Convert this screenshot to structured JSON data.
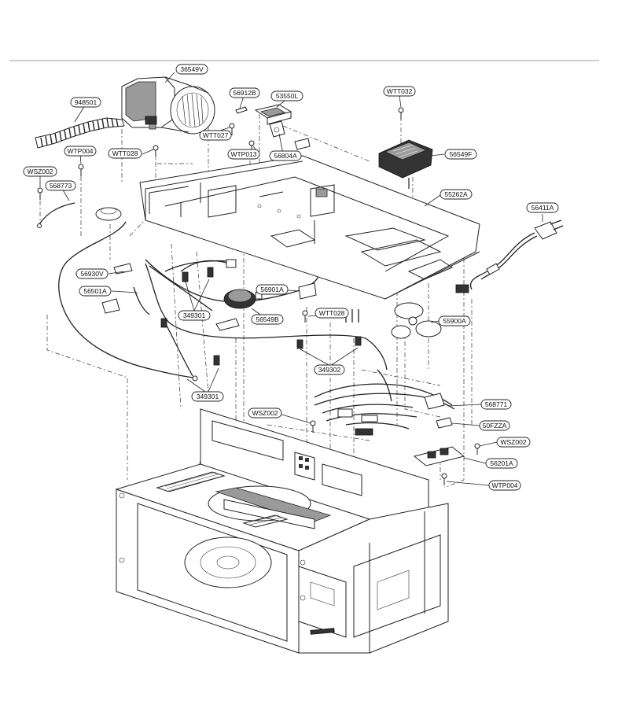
{
  "labels": {
    "l_948501": "948501",
    "l_36549V": "36549V",
    "l_56912B": "56912B",
    "l_53550L": "53550L",
    "l_WTT032": "WTT032",
    "l_WTT027": "WTT027",
    "l_WTP004a": "WTP004",
    "l_WTT028a": "WTT028",
    "l_WTP013": "WTP013",
    "l_56804A": "56804A",
    "l_56549F": "56549F",
    "l_WSZ002a": "WSZ002",
    "l_568773": "568773",
    "l_55262A": "55262A",
    "l_56411A": "56411A",
    "l_56930V": "56930V",
    "l_56501A": "56501A",
    "l_56901A": "56901A",
    "l_349301a": "349301",
    "l_56549B": "56549B",
    "l_WTT028b": "WTT028",
    "l_55900A": "55900A",
    "l_349302": "349302",
    "l_349301b": "349301",
    "l_568771": "568771",
    "l_WSZ002b": "WSZ002",
    "l_50FZZA": "50FZZA",
    "l_WSZ002c": "WSZ002",
    "l_56201A": "56201A",
    "l_WTP004b": "WTP004"
  }
}
